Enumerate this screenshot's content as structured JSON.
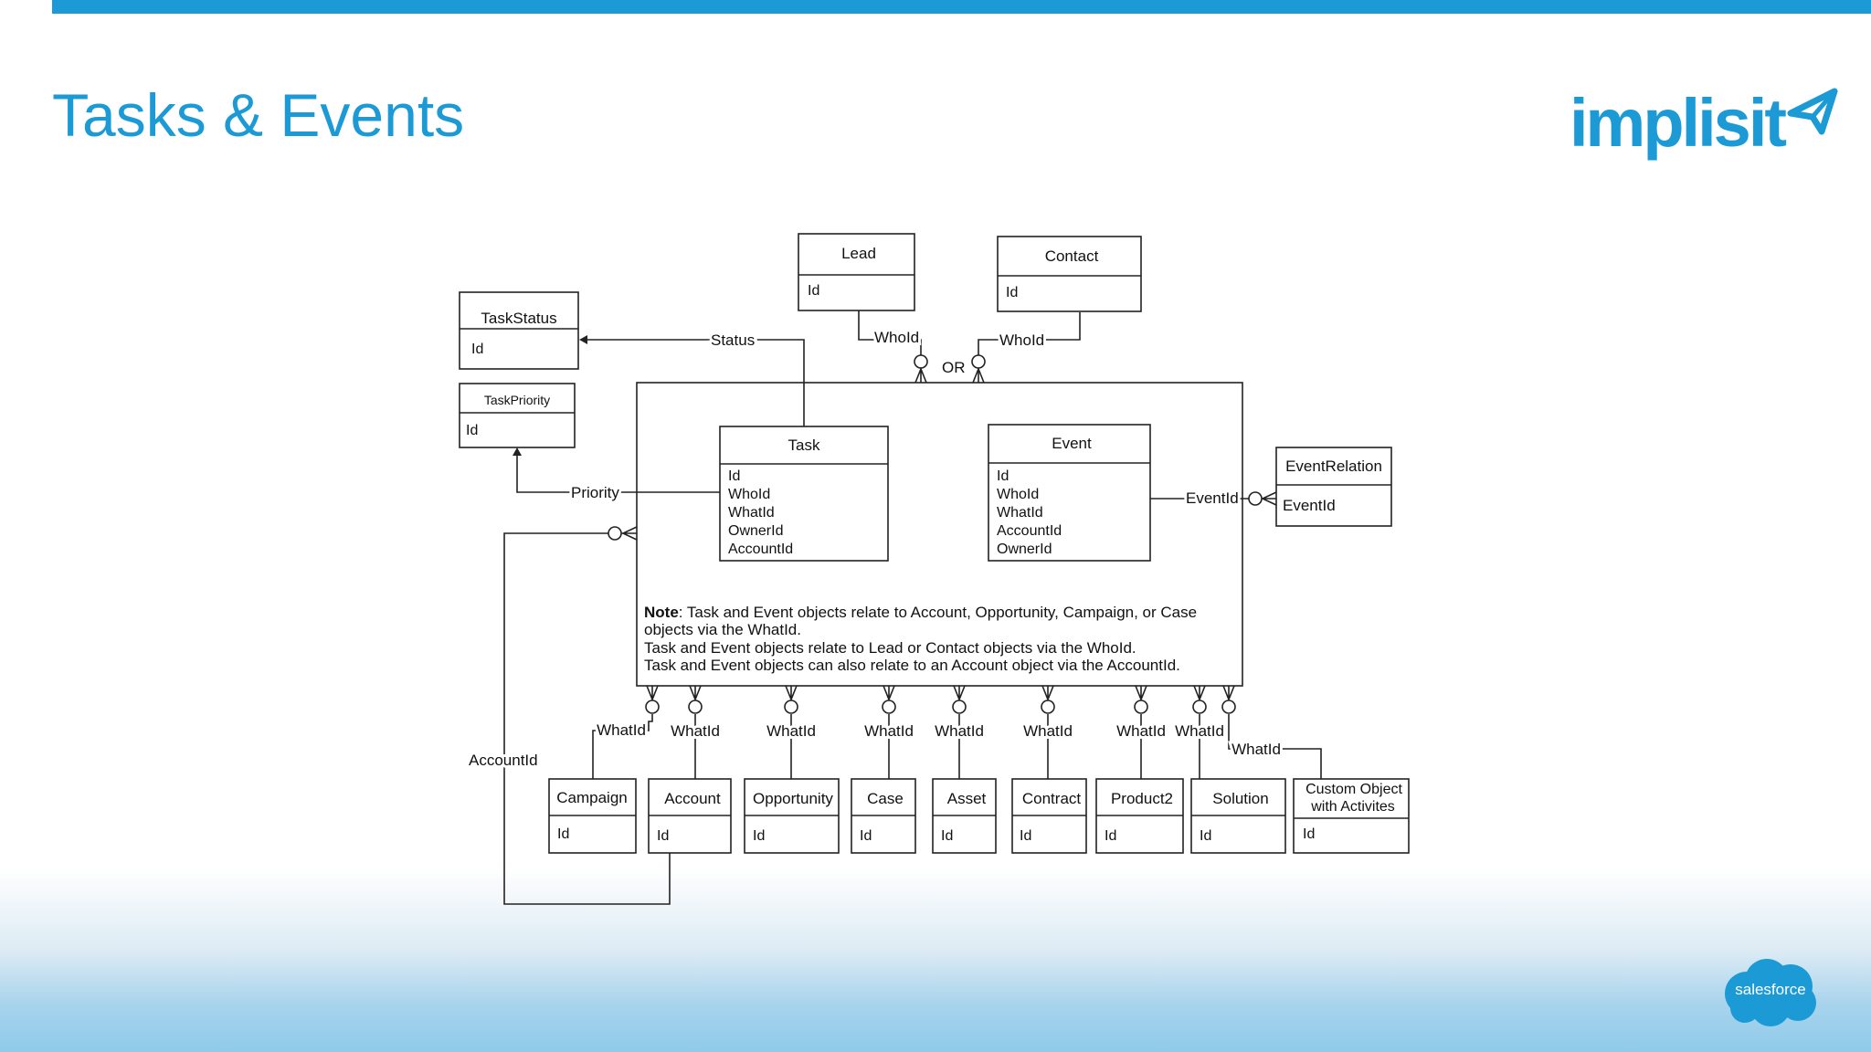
{
  "slide": {
    "title": "Tasks & Events",
    "logo_text": "implisit",
    "footer_logo_text": "salesforce",
    "colors": {
      "accent": "#1c9ad6",
      "footer_blue": "#1c9ad6"
    }
  },
  "diagram": {
    "entities": {
      "lead": {
        "name": "Lead",
        "fields": [
          "Id"
        ]
      },
      "contact": {
        "name": "Contact",
        "fields": [
          "Id"
        ]
      },
      "task_status": {
        "name": "TaskStatus",
        "fields": [
          "Id"
        ]
      },
      "task_priority": {
        "name": "TaskPriority",
        "fields": [
          "Id"
        ]
      },
      "task": {
        "name": "Task",
        "fields": [
          "Id",
          "WhoId",
          "WhatId",
          "OwnerId",
          "AccountId"
        ]
      },
      "event": {
        "name": "Event",
        "fields": [
          "Id",
          "WhoId",
          "WhatId",
          "AccountId",
          "OwnerId"
        ]
      },
      "event_relation": {
        "name": "EventRelation",
        "fields": [
          "EventId"
        ]
      },
      "campaign": {
        "name": "Campaign",
        "fields": [
          "Id"
        ]
      },
      "account": {
        "name": "Account",
        "fields": [
          "Id"
        ]
      },
      "opportunity": {
        "name": "Opportunity",
        "fields": [
          "Id"
        ]
      },
      "case": {
        "name": "Case",
        "fields": [
          "Id"
        ]
      },
      "asset": {
        "name": "Asset",
        "fields": [
          "Id"
        ]
      },
      "contract": {
        "name": "Contract",
        "fields": [
          "Id"
        ]
      },
      "product2": {
        "name": "Product2",
        "fields": [
          "Id"
        ]
      },
      "solution": {
        "name": "Solution",
        "fields": [
          "Id"
        ]
      },
      "custom_object": {
        "name_line1": "Custom Object",
        "name_line2": "with Activites",
        "fields": [
          "Id"
        ]
      }
    },
    "labels": {
      "status": "Status",
      "priority": "Priority",
      "whoid_lead": "WhoId",
      "whoid_contact": "WhoId",
      "or": "OR",
      "eventid": "EventId",
      "accountid": "AccountId",
      "whatid": "WhatId"
    },
    "note": {
      "bold": "Note",
      "line1": ": Task and Event objects relate to Account, Opportunity, Campaign, or Case",
      "line2": "objects via the WhatId.",
      "line3": "Task and Event objects relate to Lead or Contact objects via the WhoId.",
      "line4": "Task and Event objects can also relate to an Account object via the AccountId."
    }
  }
}
